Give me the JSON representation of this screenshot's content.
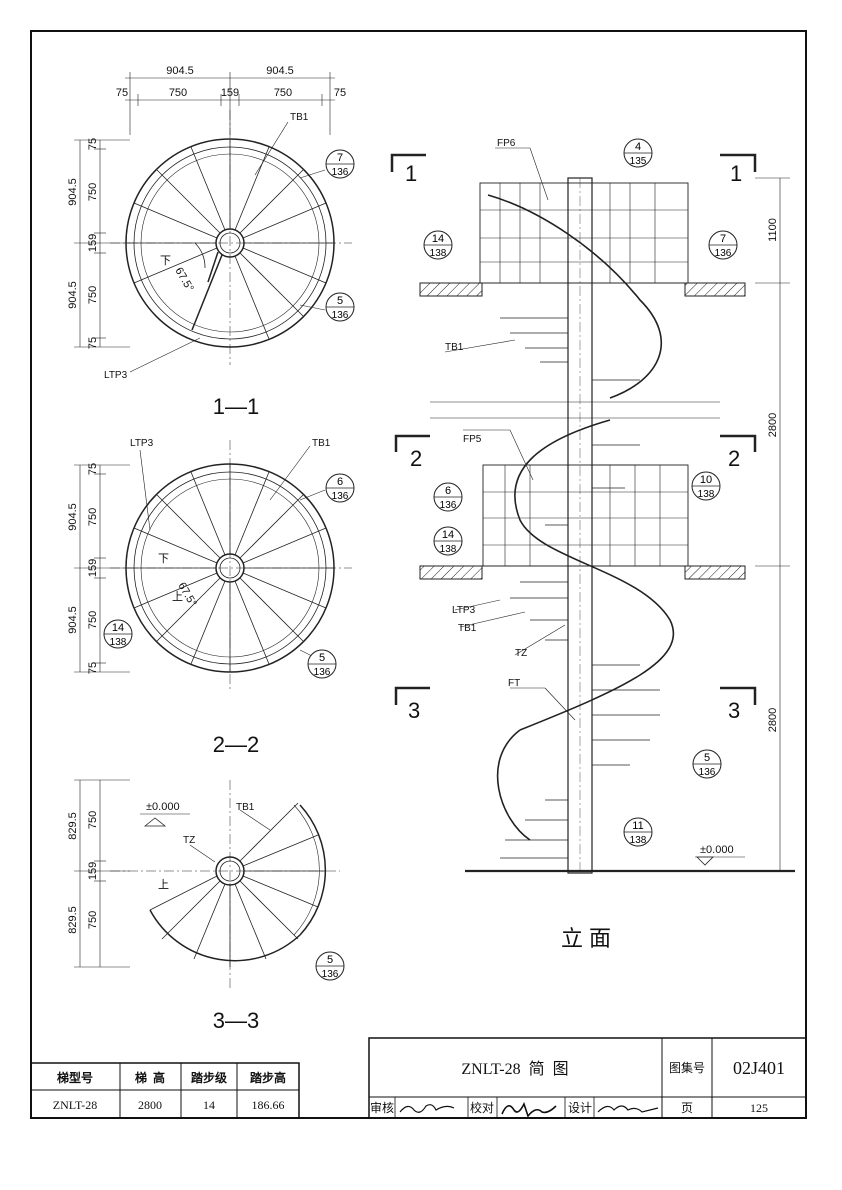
{
  "plans": {
    "p1": {
      "caption": "1—1",
      "dims_top": [
        "904.5",
        "904.5"
      ],
      "dims_top_sub": [
        "75",
        "750",
        "159",
        "750",
        "75"
      ],
      "dims_left": [
        "75",
        "750",
        "904.5",
        "159",
        "904.5",
        "750",
        "75"
      ],
      "angle": "67.5°",
      "down": "下",
      "labels": {
        "tb1": "TB1",
        "ltp3": "LTP3"
      },
      "callouts": [
        {
          "n": "7",
          "p": "136"
        },
        {
          "n": "5",
          "p": "136"
        }
      ]
    },
    "p2": {
      "caption": "2—2",
      "dims_left": [
        "75",
        "750",
        "904.5",
        "159",
        "904.5",
        "750",
        "75"
      ],
      "angle": "67.5°",
      "down": "下",
      "up": "上",
      "labels": {
        "tb1": "TB1",
        "ltp3": "LTP3"
      },
      "callouts": [
        {
          "n": "6",
          "p": "136"
        },
        {
          "n": "14",
          "p": "138"
        },
        {
          "n": "5",
          "p": "136"
        }
      ]
    },
    "p3": {
      "caption": "3—3",
      "dims_left": [
        "829.5",
        "750",
        "159",
        "829.5",
        "750"
      ],
      "level": "±0.000",
      "up": "上",
      "labels": {
        "tb1": "TB1",
        "tz": "TZ"
      },
      "callouts": [
        {
          "n": "5",
          "p": "136"
        }
      ]
    }
  },
  "elevation": {
    "caption": "立 面",
    "section_marks": [
      "1",
      "1",
      "2",
      "2",
      "3",
      "3"
    ],
    "dims_right": [
      "1100",
      "2800",
      "2800"
    ],
    "labels": {
      "fp6": "FP6",
      "fp5": "FP5",
      "tb1a": "TB1",
      "tb1b": "TB1",
      "ltp3": "LTP3",
      "tz": "TZ",
      "ft": "FT"
    },
    "callouts": [
      {
        "n": "4",
        "p": "135"
      },
      {
        "n": "14",
        "p": "138"
      },
      {
        "n": "7",
        "p": "136"
      },
      {
        "n": "6",
        "p": "136"
      },
      {
        "n": "10",
        "p": "138"
      },
      {
        "n": "14",
        "p": "138"
      },
      {
        "n": "5",
        "p": "136"
      },
      {
        "n": "11",
        "p": "138"
      }
    ],
    "level": "±0.000"
  },
  "spec_table": {
    "headers": [
      "梯型号",
      "梯  高",
      "踏步级",
      "踏步高"
    ],
    "row": [
      "ZNLT-28",
      "2800",
      "14",
      "186.66"
    ]
  },
  "title_block": {
    "title": "ZNLT-28  简  图",
    "atlas_label": "图集号",
    "atlas_no": "02J401",
    "review_label": "审核",
    "check_label": "校对",
    "design_label": "设计",
    "page_label": "页",
    "page_no": "125"
  }
}
